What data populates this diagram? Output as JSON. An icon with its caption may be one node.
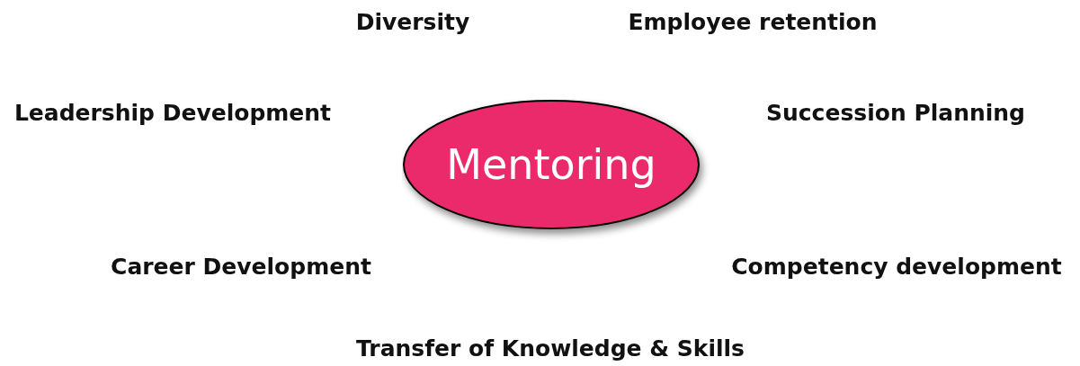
{
  "diagram": {
    "nodes": [
      {
        "text": [
          "Mentoring"
        ]
      }
    ],
    "labels": [
      "Diversity",
      "Employee retention",
      "Leadership Development",
      "Succession Planning",
      "Career Development",
      "Competency development",
      "Transfer of Knowledge & Skills"
    ]
  }
}
